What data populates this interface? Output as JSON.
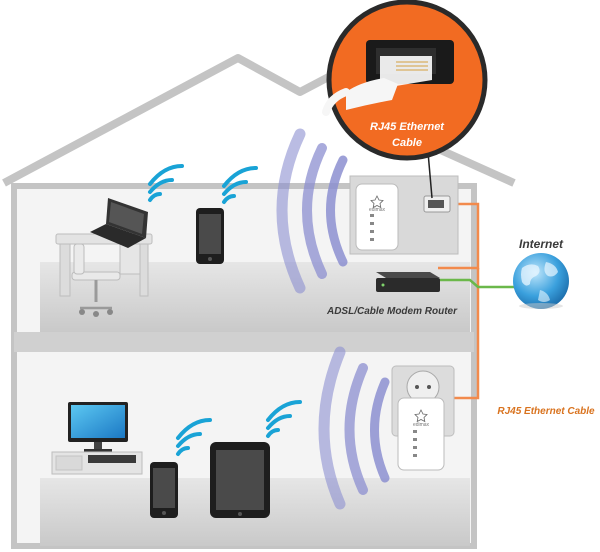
{
  "labels": {
    "callout_line1": "RJ45 Ethernet",
    "callout_line2": "Cable",
    "internet": "Internet",
    "modem_router": "ADSL/Cable Modem Router",
    "ethernet_cable": "RJ45 Ethernet Cable",
    "adapter_brand_top": "edimax",
    "adapter_brand_bottom": "edimax"
  },
  "colors": {
    "house_outline": "#c4c4c4",
    "floor": "#d8d8d8",
    "wall": "#f2f2f2",
    "ethernet_cable": "#f28a4c",
    "callout_circle": "#f26b22",
    "label_text": "#3a3a3a",
    "cable_label_text": "#d9731f",
    "wifi_small": "#19a3d6",
    "wifi_waves": "#8c8fd0",
    "dsl_line": "#6bb84a"
  },
  "icons": {
    "callout": "rj45-plug-icon",
    "internet": "globe-icon",
    "router": "modem-router-icon",
    "laptop": "laptop-icon",
    "phone": "smartphone-icon",
    "tablet": "tablet-icon",
    "monitor": "monitor-icon",
    "adapter": "powerline-adapter-icon",
    "wifi": "wifi-icon"
  }
}
